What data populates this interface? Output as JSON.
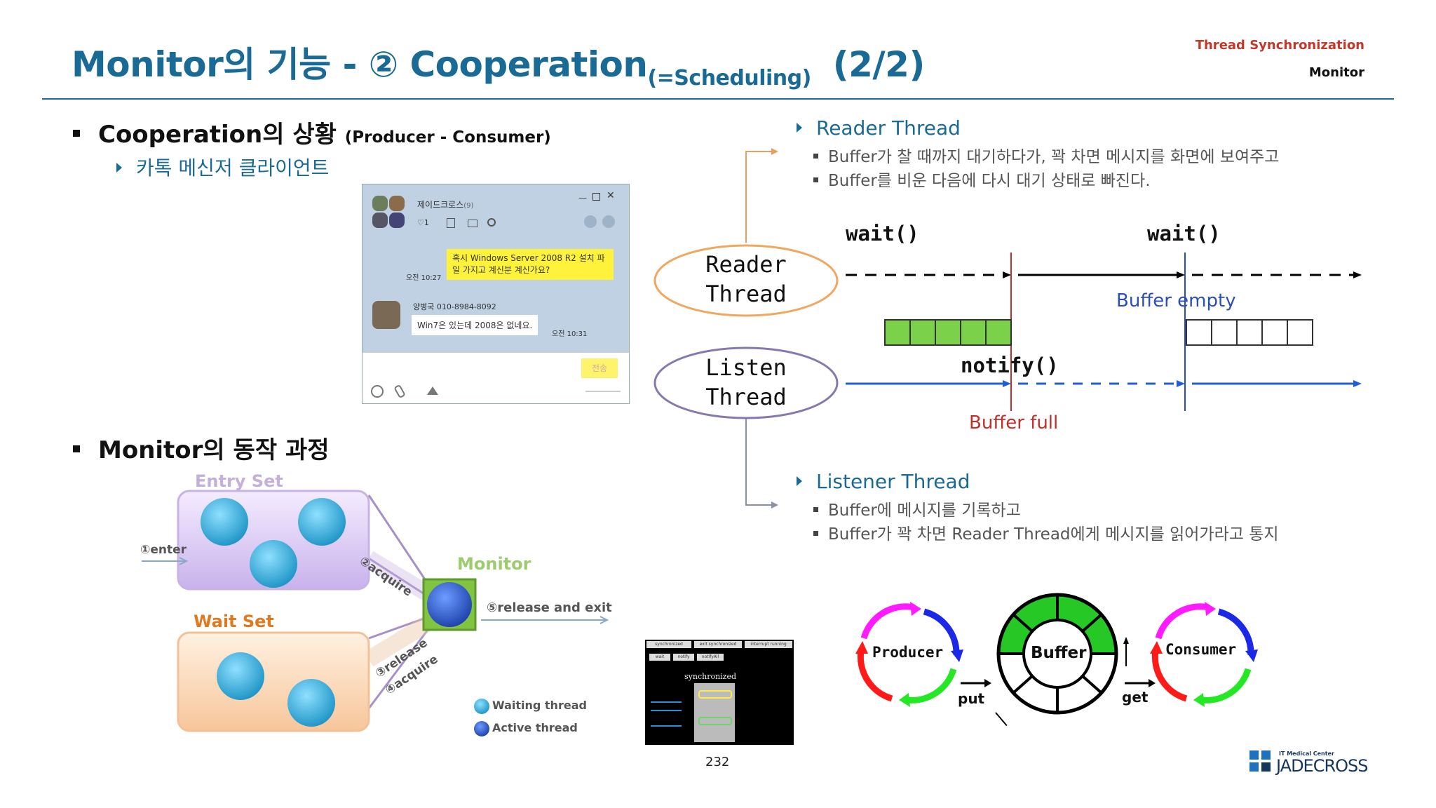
{
  "header": {
    "title_main": "Monitor의 기능 - ② Cooperation",
    "title_sub": "(=Scheduling)",
    "title_page": "(2/2)",
    "section": "Thread Synchronization",
    "topic": "Monitor"
  },
  "left": {
    "bullet1": "Cooperation의 상황",
    "bullet1_small": "(Producer - Consumer)",
    "bullet1_sub": "카톡 메신저 클라이언트",
    "bullet2": "Monitor의 동작 과정"
  },
  "chat": {
    "room_name": "제이드크로스",
    "room_count": "(9)",
    "likes": "♡1",
    "msg1": "혹시 Windows Server 2008 R2 설치 파일 가지고 계신분 계신가요?",
    "msg1_time": "오전 10:27",
    "sender": "양병국 010-8984-8092",
    "msg2": "Win7은 있는데 2008은 없네요.",
    "msg2_time": "오전 10:31",
    "send_btn": "전송"
  },
  "monitor_diagram": {
    "entry_set": "Entry Set",
    "wait_set": "Wait Set",
    "monitor": "Monitor",
    "enter": "①enter",
    "acquire2": "②acquire",
    "release3": "③release",
    "acquire4": "④acquire",
    "release_exit": "⑤release and exit",
    "legend_waiting": "Waiting thread",
    "legend_active": "Active thread"
  },
  "mini_screenshot": {
    "tabs": [
      "synchronized",
      "exit synchronized",
      "interrupt running"
    ],
    "buttons": [
      "wait",
      "notify",
      "notifyAll"
    ],
    "label": "synchronized"
  },
  "right": {
    "reader_heading": "Reader Thread",
    "reader_b1": "Buffer가 찰 때까지 대기하다가, 꽉 차면 메시지를 화면에 보여주고",
    "reader_b2": "Buffer를 비운 다음에 다시 대기 상태로 빠진다.",
    "listener_heading": "Listener Thread",
    "listener_b1": "Buffer에 메시지를 기록하고",
    "listener_b2": "Buffer가 꽉 차면 Reader Thread에게 메시지를 읽어가라고 통지"
  },
  "timeline": {
    "reader_label_1": "Reader",
    "reader_label_2": "Thread",
    "listen_label_1": "Listen",
    "listen_label_2": "Thread",
    "wait1": "wait()",
    "wait2": "wait()",
    "notify": "notify()",
    "buffer_empty": "Buffer empty",
    "buffer_full": "Buffer full"
  },
  "pc_diagram": {
    "producer": "Producer",
    "buffer": "Buffer",
    "consumer": "Consumer",
    "put": "put",
    "get": "get"
  },
  "footer": {
    "page_number": "232",
    "logo_small": "IT Medical Center",
    "logo_big": "JADECROSS"
  }
}
